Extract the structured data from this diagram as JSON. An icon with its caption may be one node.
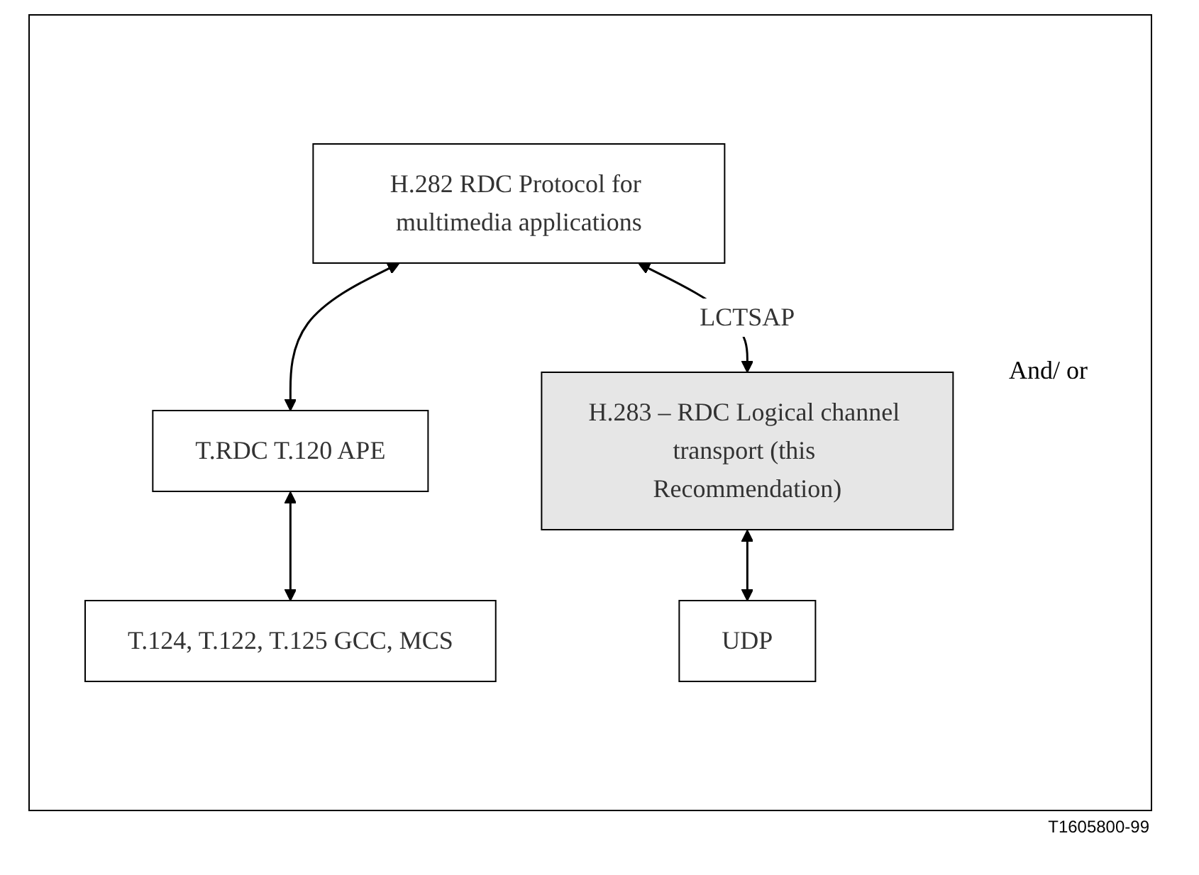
{
  "diagram": {
    "nodes": [
      {
        "text": [
          "H.282 RDC Protocol for multimedia applications"
        ]
      },
      {
        "text": [
          "T.RDC T.120 APE"
        ]
      },
      {
        "text": [
          "T.124, T.122, T.125 GCC, MCS"
        ]
      },
      {
        "text": [
          "H.283 – RDC Logical channel transport (this Recommendation)"
        ]
      },
      {
        "text": [
          "UDP"
        ]
      }
    ],
    "edges": [
      {
        "from": 0,
        "to": 1,
        "arrow": "both"
      },
      {
        "from": 1,
        "to": 2,
        "arrow": "both"
      },
      {
        "from": 0,
        "to": 3,
        "arrow": "both",
        "label": "LCTSAP"
      },
      {
        "from": 3,
        "to": 4,
        "arrow": "both"
      }
    ],
    "labels": [
      "And/ or",
      "T1605800-99"
    ]
  }
}
